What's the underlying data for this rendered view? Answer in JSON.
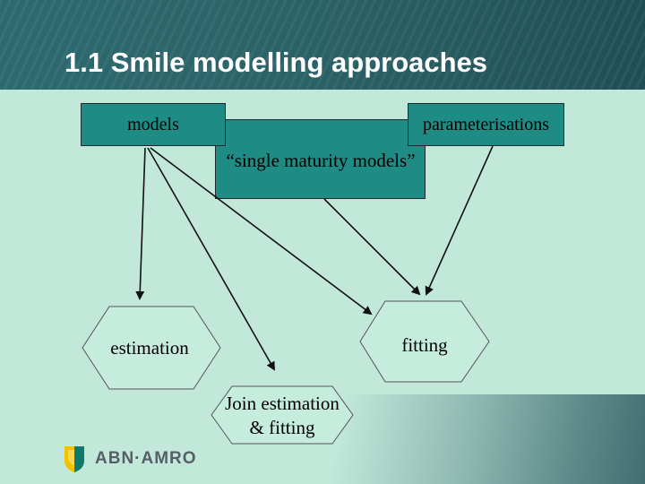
{
  "slide": {
    "title": "1.1 Smile modelling approaches"
  },
  "diagram": {
    "boxes": {
      "models": "models",
      "parameterisations": "parameterisations",
      "single_maturity": "“single maturity models”"
    },
    "shapes": {
      "estimation": "estimation",
      "fitting": "fitting",
      "joint_line1": "Join estimation",
      "joint_line2": "& fitting"
    }
  },
  "logo": {
    "text": "ABN·AMRO"
  },
  "colors": {
    "header": "#2a6166",
    "background": "#c2e8da",
    "box_fill": "#1e8c84",
    "hexagon_fill": "#c6ecdd"
  }
}
